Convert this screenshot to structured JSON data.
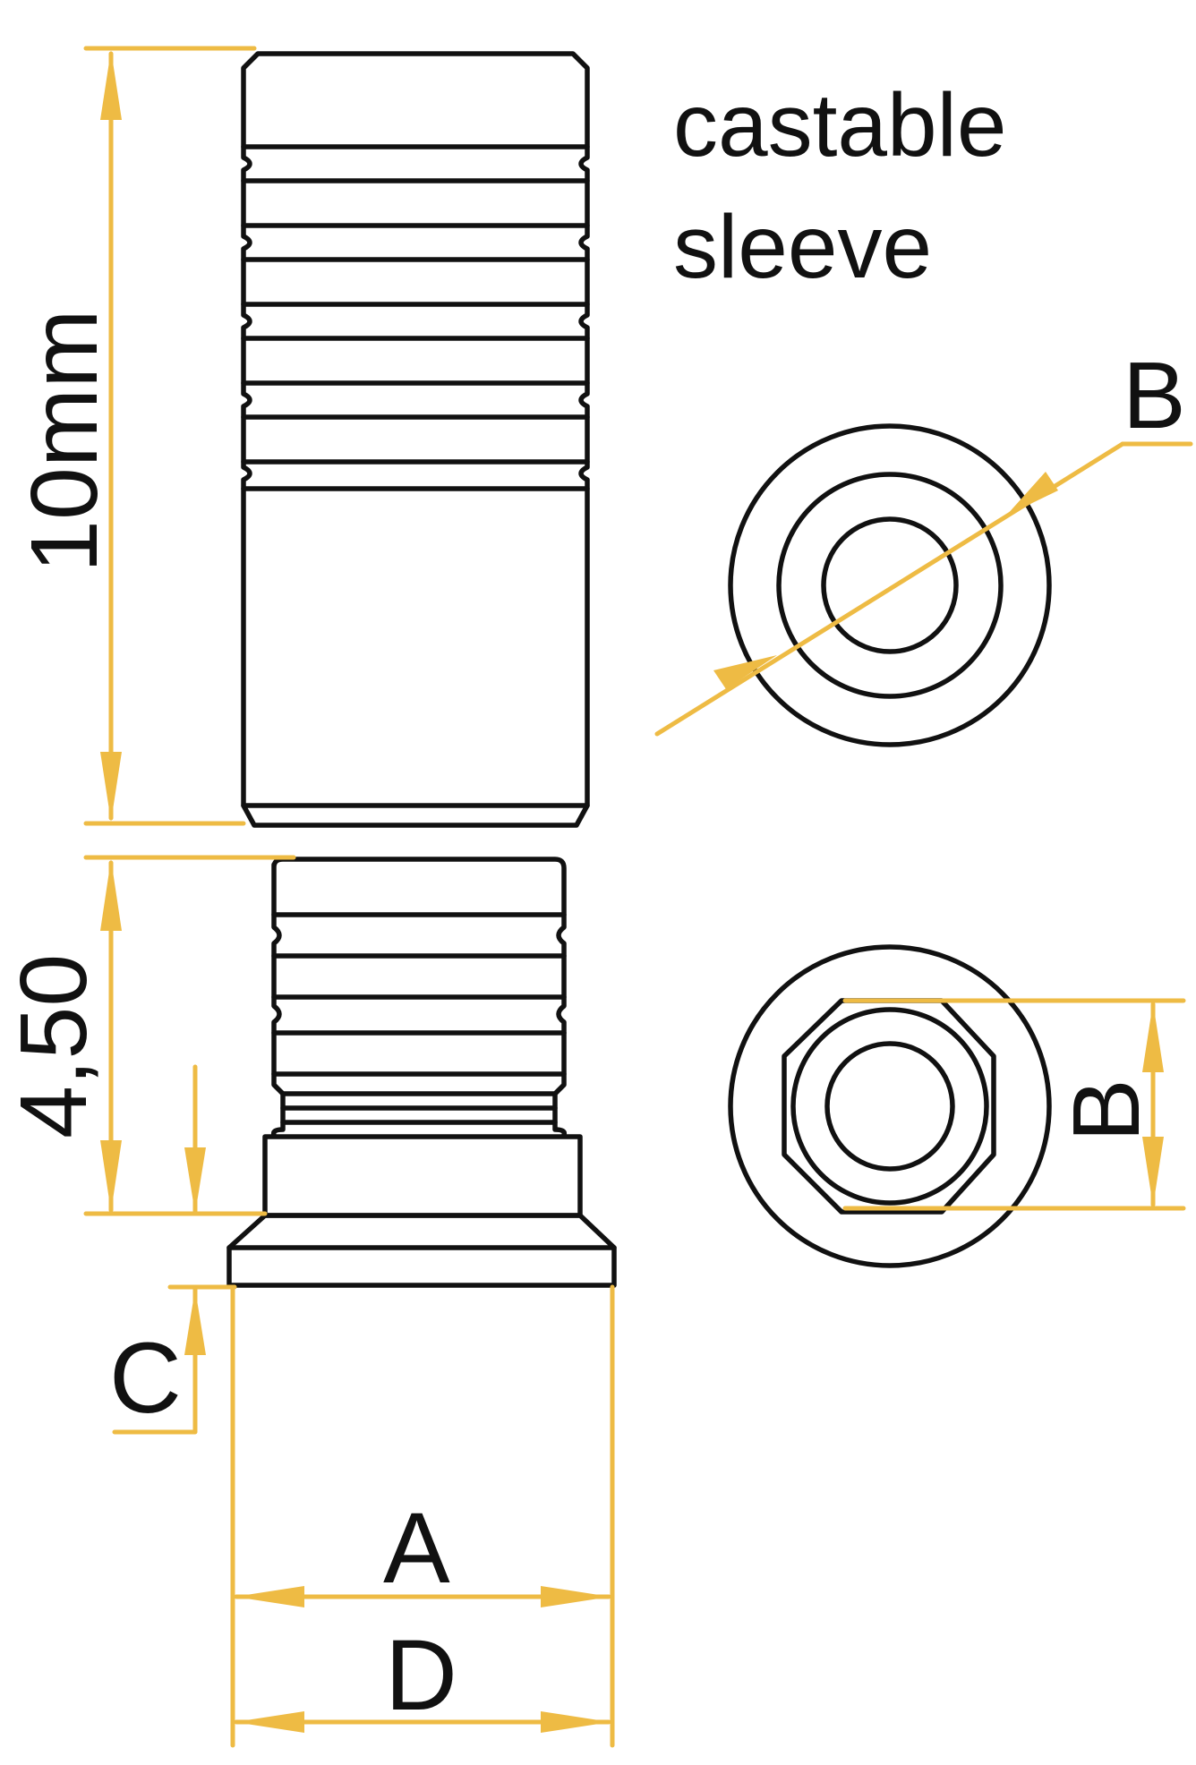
{
  "labels": {
    "caption_line1": "castable",
    "caption_line2": "sleeve",
    "dim_length_upper": "10mm",
    "dim_length_lower": "4,50",
    "dim_c": "C",
    "dim_a": "A",
    "dim_d": "D",
    "dim_b_round": "B",
    "dim_b_hex": "B"
  },
  "colors": {
    "outline": "#111111",
    "dimension": "#eebb44",
    "background": "#ffffff"
  }
}
